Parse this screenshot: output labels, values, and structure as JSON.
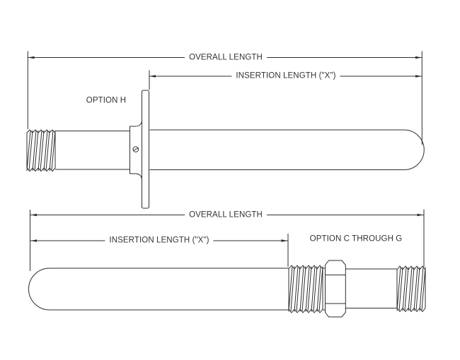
{
  "colors": {
    "background": "#ffffff",
    "line": "#2e2e2e",
    "text": "#333333"
  },
  "top_diagram": {
    "option_label": "OPTION H",
    "overall_length_label": "OVERALL LENGTH",
    "insertion_length_label": "INSERTION LENGTH (\"X\")"
  },
  "bottom_diagram": {
    "option_label": "OPTION C THROUGH G",
    "overall_length_label": "OVERALL LENGTH",
    "insertion_length_label": "INSERTION LENGTH (\"X\")"
  }
}
